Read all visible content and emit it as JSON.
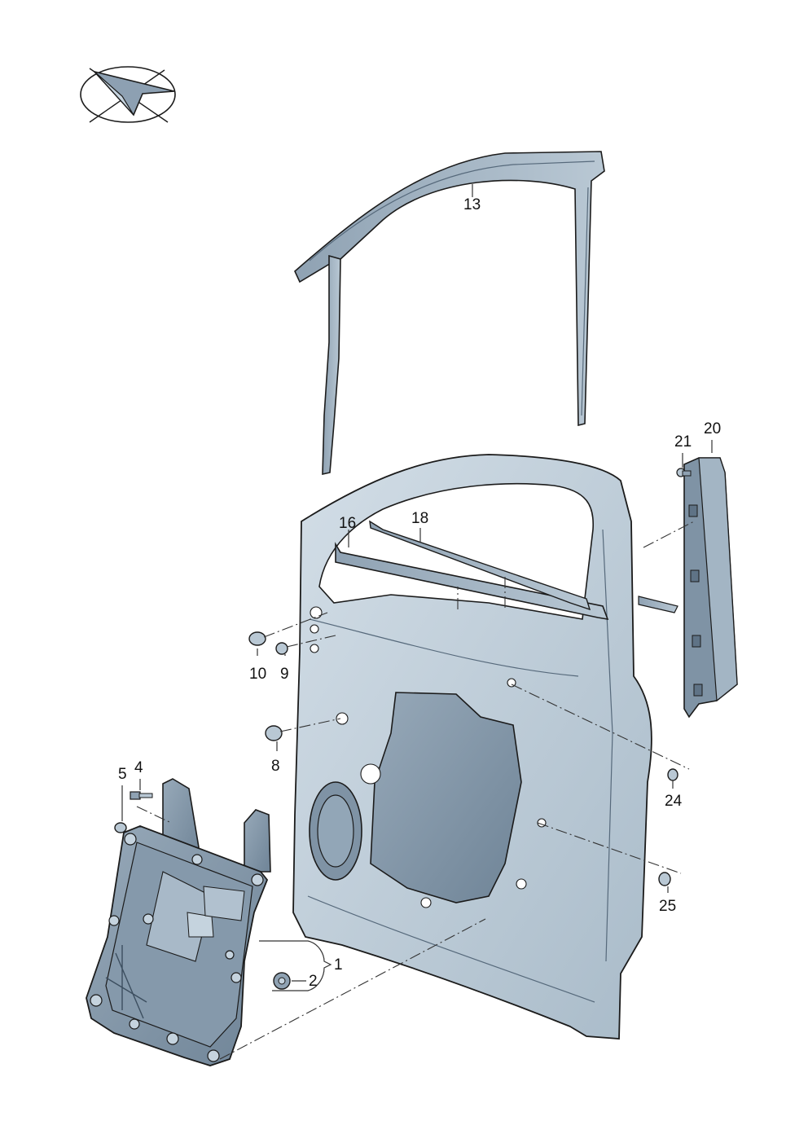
{
  "diagram": {
    "type": "exploded-parts-view",
    "part_numbers": [
      "13",
      "16",
      "18",
      "20",
      "21",
      "10",
      "9",
      "8",
      "5",
      "4",
      "24",
      "25",
      "1",
      "2"
    ]
  },
  "colors": {
    "part_fill": "#aebfcd",
    "part_fill_light": "#cbd8e2",
    "part_fill_dark": "#7b8fa1",
    "outline": "#1b1b1b",
    "leader": "#333333"
  },
  "icons": [
    "direction-arrow-icon"
  ]
}
